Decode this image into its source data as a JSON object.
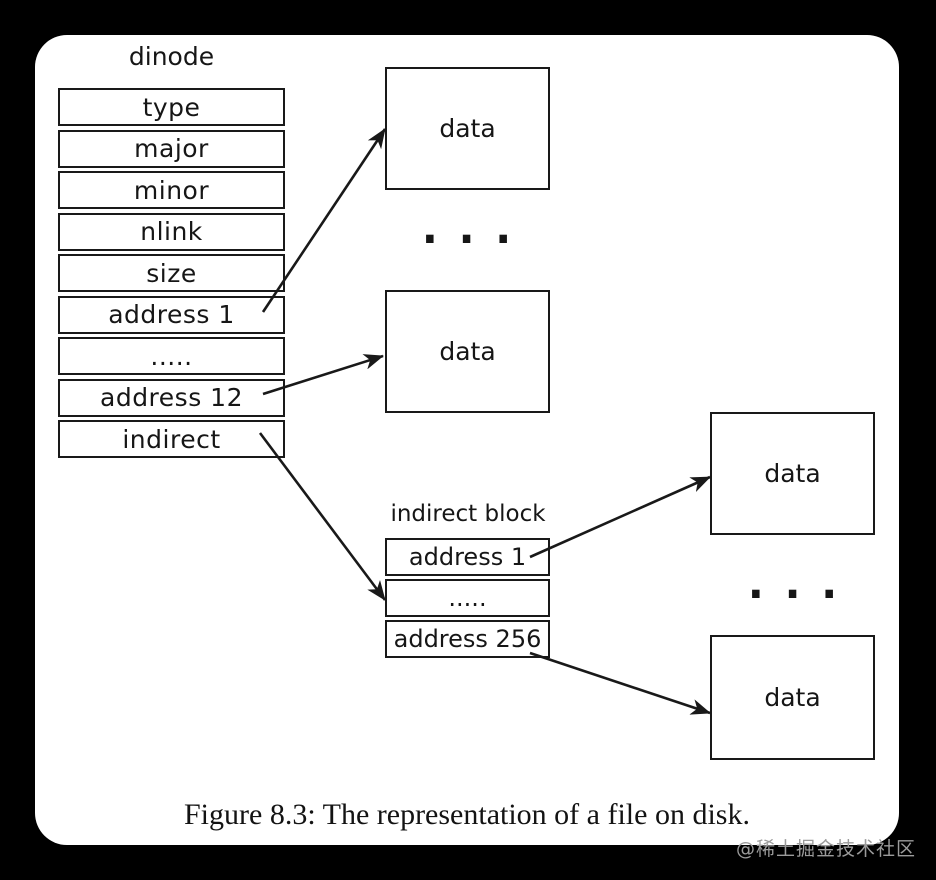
{
  "colors": {
    "outer_background": "#000000",
    "panel_background": "#ffffff",
    "line": "#191919",
    "caption_text": "#131313",
    "watermark_text": "#9b9b9b"
  },
  "diagram": {
    "dinode_label": "dinode",
    "dinode_rows": [
      "type",
      "major",
      "minor",
      "nlink",
      "size",
      "address 1",
      ".....",
      "address 12",
      "indirect"
    ],
    "data_box_labels": [
      "data",
      "data",
      "data",
      "data"
    ],
    "ellipsis_between_direct_data": "...",
    "ellipsis_between_indirect_data": "...",
    "indirect_block_label": "indirect block",
    "indirect_rows": [
      "address 1",
      ".....",
      "address 256"
    ],
    "arrows": [
      {
        "from": "dinode address 1",
        "to": "data block (top)"
      },
      {
        "from": "dinode address 12",
        "to": "data block (middle)"
      },
      {
        "from": "dinode indirect",
        "to": "indirect block"
      },
      {
        "from": "indirect block address 1",
        "to": "data block (right top)"
      },
      {
        "from": "indirect block address 256",
        "to": "data block (right bottom)"
      }
    ],
    "caption": "Figure 8.3: The representation of a file on disk."
  },
  "watermark": "@稀土掘金技术社区"
}
